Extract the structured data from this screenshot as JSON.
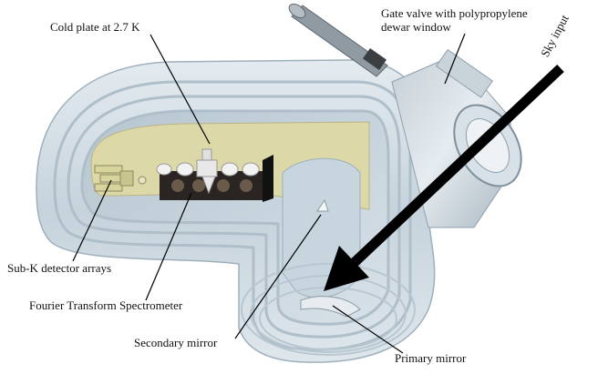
{
  "labels": {
    "cold_plate": "Cold plate at 2.7 K",
    "gate_valve_line1": "Gate valve with polypropylene",
    "gate_valve_line2": "dewar window",
    "sky_input": "Sky input",
    "sub_k": "Sub-K detector arrays",
    "fts": "Fourier Transform Spectrometer",
    "secondary_mirror": "Secondary mirror",
    "primary_mirror": "Primary mirror"
  },
  "colors": {
    "shell": "#cfd9e0",
    "shell_dark": "#9eb0bc",
    "cold_plate": "#dcd8a8",
    "fts_box": "#2a2522",
    "arrow": "#000000"
  }
}
